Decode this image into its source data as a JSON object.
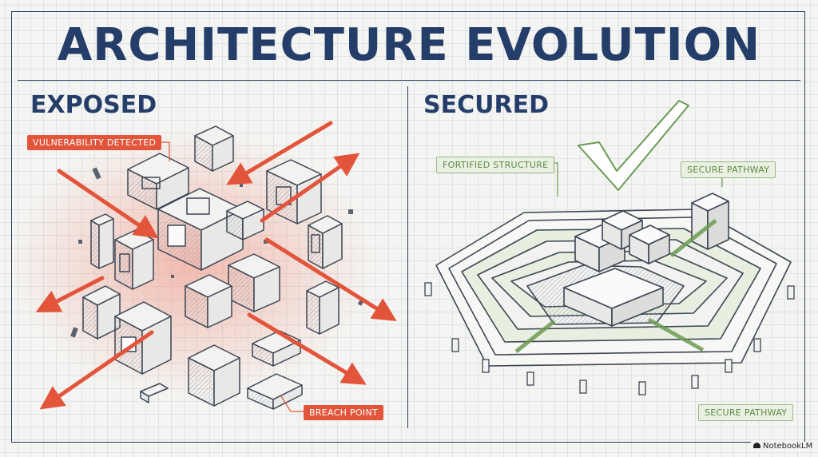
{
  "title": "ARCHITECTURE EVOLUTION",
  "panels": {
    "exposed": {
      "heading": "EXPOSED",
      "labels": {
        "vulnerability": "VULNERABILITY DETECTED",
        "breach": "BREACH POINT"
      }
    },
    "secured": {
      "heading": "SECURED",
      "labels": {
        "fortified": "FORTIFIED STRUCTURE",
        "pathway_top": "SECURE PATHWAY",
        "pathway_bottom": "SECURE PATHWAY"
      }
    }
  },
  "watermark": "NotebookLM",
  "colors": {
    "title": "#253e69",
    "alert": "#e2553b",
    "secure": "#6b9a52",
    "ink": "#3d4654"
  },
  "icons": [
    "checkmark-icon",
    "notebooklm-logo-icon"
  ]
}
